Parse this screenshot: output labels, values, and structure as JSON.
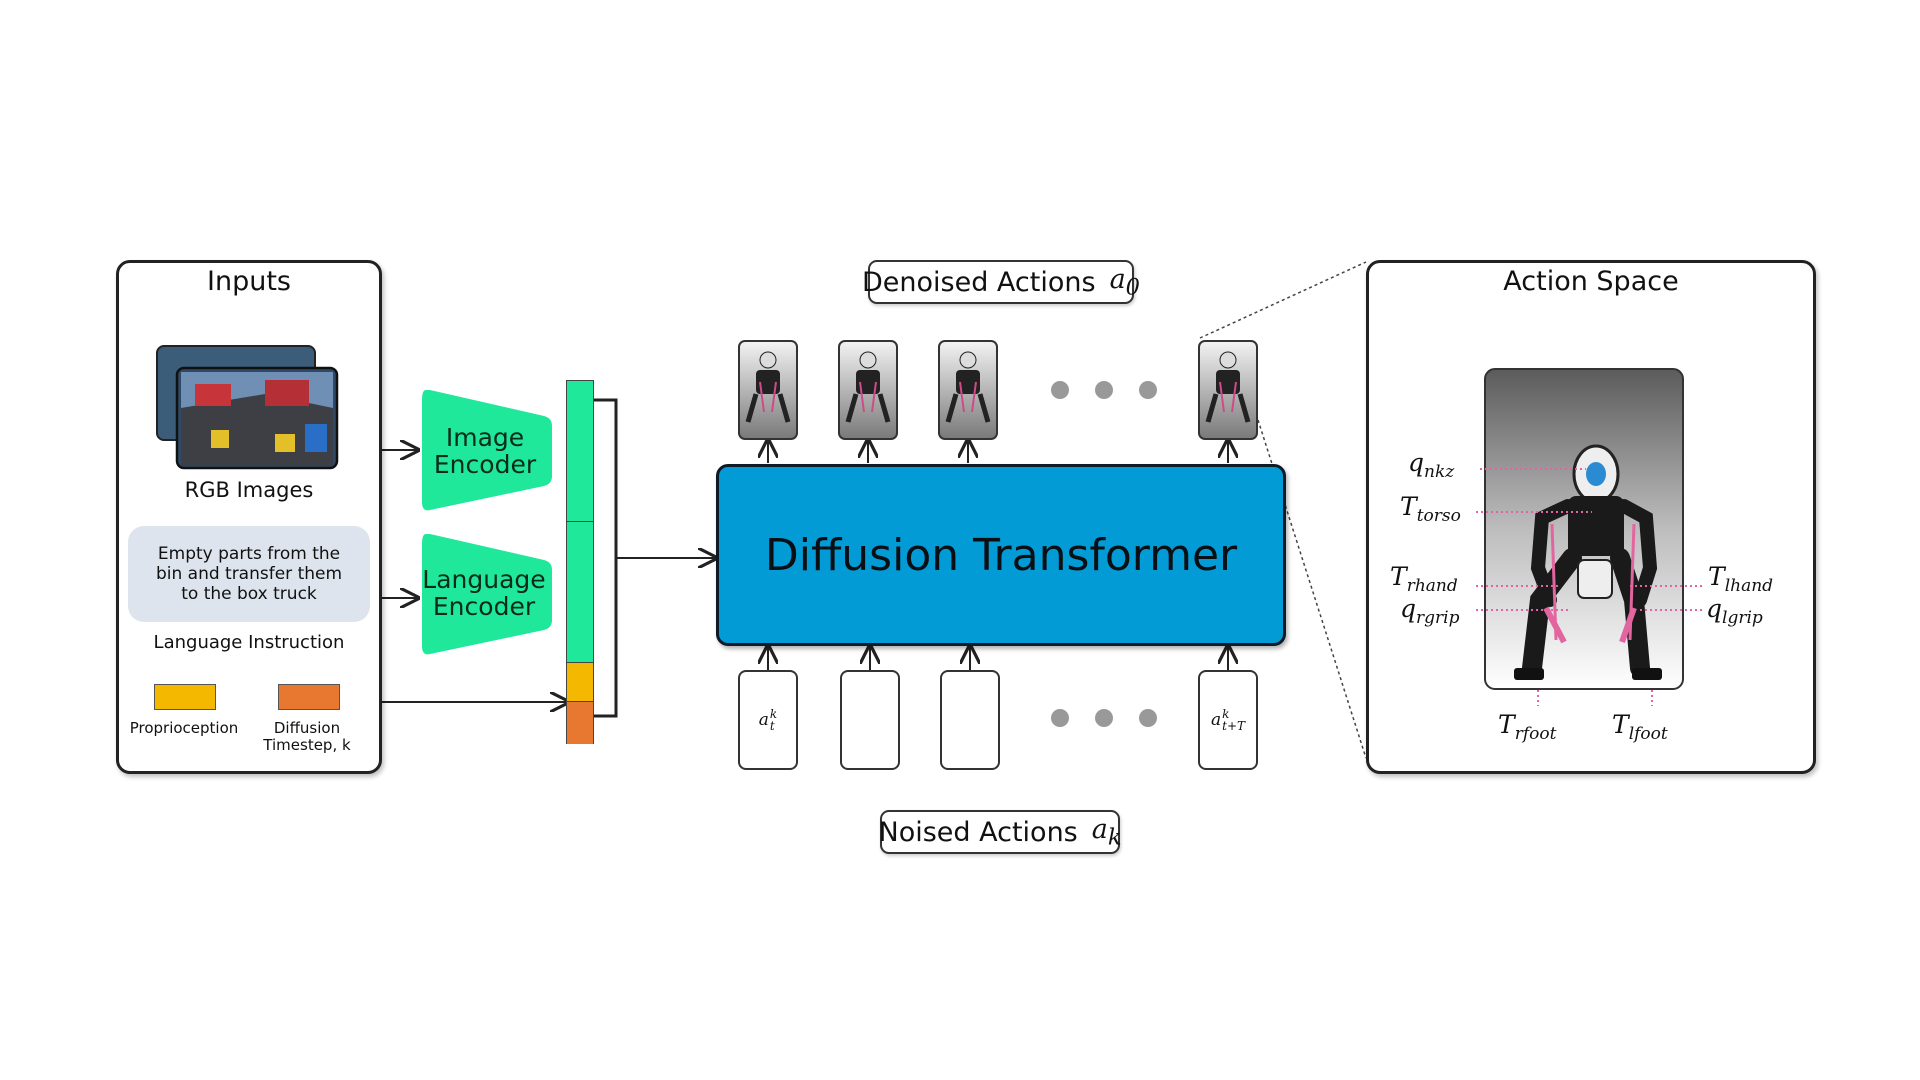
{
  "inputs": {
    "title": "Inputs",
    "rgb_label": "RGB Images",
    "instruction": "Empty parts from the bin and transfer them to the box truck",
    "instruction_label": "Language Instruction",
    "proprio_label": "Proprioception",
    "timestep_label": "Diffusion Timestep, k",
    "proprio_color": "#f5b800",
    "timestep_color": "#e8782f"
  },
  "encoders": {
    "image": "Image Encoder",
    "language": "Language Encoder",
    "color": "#1fe89a"
  },
  "token_stack": {
    "colors": [
      "#1fe89a",
      "#1fe89a",
      "#f5b800",
      "#e8782f"
    ]
  },
  "model": {
    "label": "Diffusion Transformer",
    "color": "#039bd6"
  },
  "outputs": {
    "label": "Denoised Actions",
    "symbol": "a",
    "subscript": "0"
  },
  "noised": {
    "label": "Noised Actions",
    "symbol": "a",
    "subscript": "k",
    "first_token": "a",
    "first_sup": "k",
    "first_sub": "t",
    "last_token": "a",
    "last_sup": "k",
    "last_sub": "t+T"
  },
  "action_space": {
    "title": "Action Space",
    "q_nkz": {
      "base": "q",
      "sub": "nkz"
    },
    "t_torso": {
      "base": "T",
      "sub": "torso"
    },
    "t_rhand": {
      "base": "T",
      "sub": "rhand"
    },
    "q_rgrip": {
      "base": "q",
      "sub": "rgrip"
    },
    "t_lhand": {
      "base": "T",
      "sub": "lhand"
    },
    "q_lgrip": {
      "base": "q",
      "sub": "lgrip"
    },
    "t_rfoot": {
      "base": "T",
      "sub": "rfoot"
    },
    "t_lfoot": {
      "base": "T",
      "sub": "lfoot"
    }
  }
}
